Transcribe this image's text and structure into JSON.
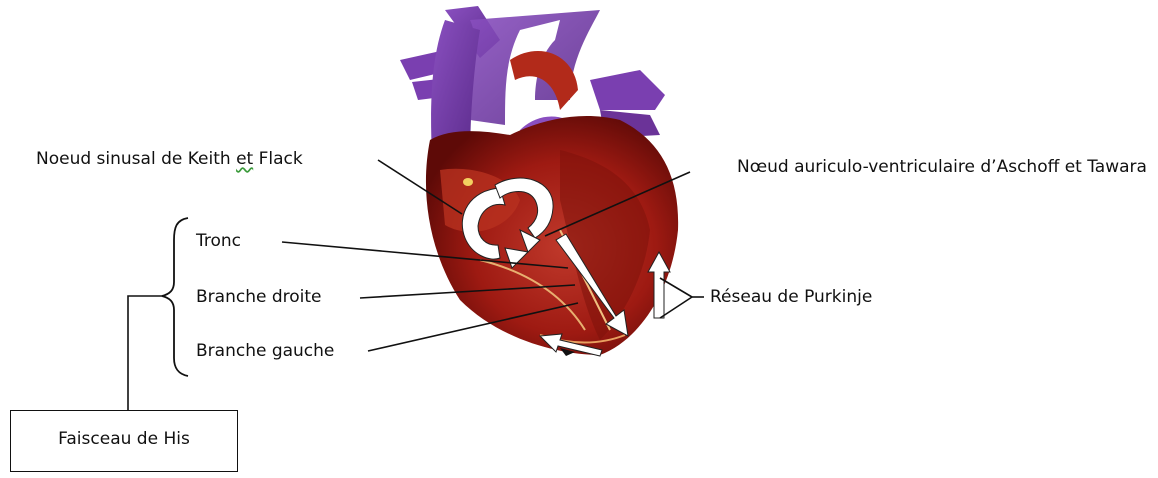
{
  "labels": {
    "sinus_pre": "Noeud sinusal de Keith ",
    "sinus_et": "et",
    "sinus_post": " Flack",
    "av_node": "Nœud auriculo-ventriculaire d’Aschoff et Tawara",
    "tronc": "Tronc",
    "branche_droite": "Branche droite",
    "branche_gauche": "Branche gauche",
    "purkinje": "Réseau de Purkinje",
    "his": "Faisceau de His"
  },
  "colors": {
    "vessel": "#7a3fb0",
    "heart": "#9e1a12",
    "heart_light": "#c8472e",
    "arrow_fill": "#ffffff",
    "line": "#111111"
  },
  "icons": [
    "heart-illustration",
    "conduction-arrow"
  ]
}
